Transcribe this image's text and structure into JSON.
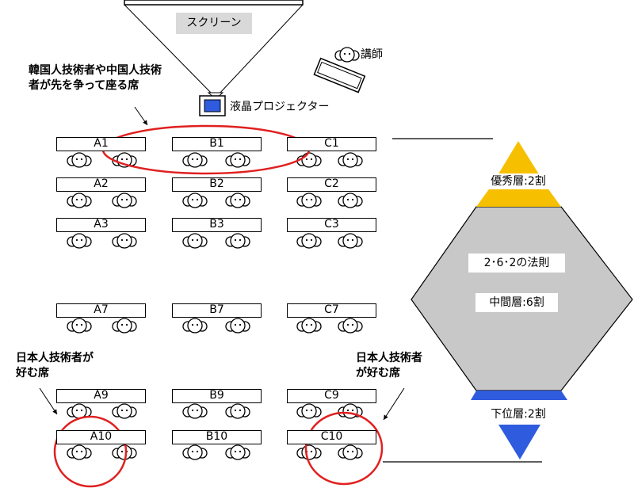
{
  "screen_label": "スクリーン",
  "instructor_label": "講師",
  "projector_label": "液晶プロジェクター",
  "note_front": [
    "韓国人技術者や中国人技術",
    "者が先を争って座る席"
  ],
  "note_left": [
    "日本人技術者が",
    "好む席"
  ],
  "note_right": [
    "日本人技術者",
    "が好む席"
  ],
  "desks": [
    "A1",
    "B1",
    "C1",
    "A2",
    "B2",
    "C2",
    "A3",
    "B3",
    "C3",
    "A7",
    "B7",
    "C7",
    "A9",
    "B9",
    "C9",
    "A10",
    "B10",
    "C10"
  ],
  "tiers": {
    "top": "優秀層:2割",
    "rule": "2･6･2の法則",
    "middle": "中間層:6割",
    "bottom": "下位層:2割"
  },
  "colors": {
    "highlight": "#e02020",
    "gold": "#f6c000",
    "blue": "#2f5cde",
    "gray": "#c8c8c8",
    "projector": "#2f5cde"
  }
}
